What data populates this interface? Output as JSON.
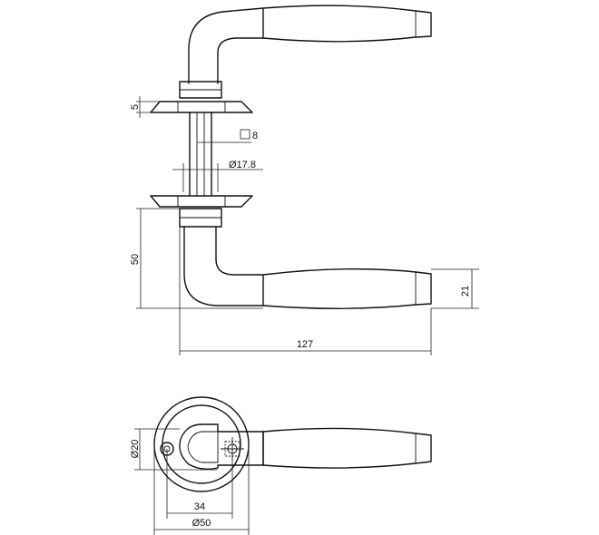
{
  "labels": {
    "rose_thickness": "5",
    "square_spindle": "8",
    "spindle_diameter": "Ø17.8",
    "height": "50",
    "grip_height": "21",
    "length": "127",
    "rose_inner_diameter": "Ø20",
    "offset": "34",
    "rose_outer_diameter": "Ø50"
  }
}
